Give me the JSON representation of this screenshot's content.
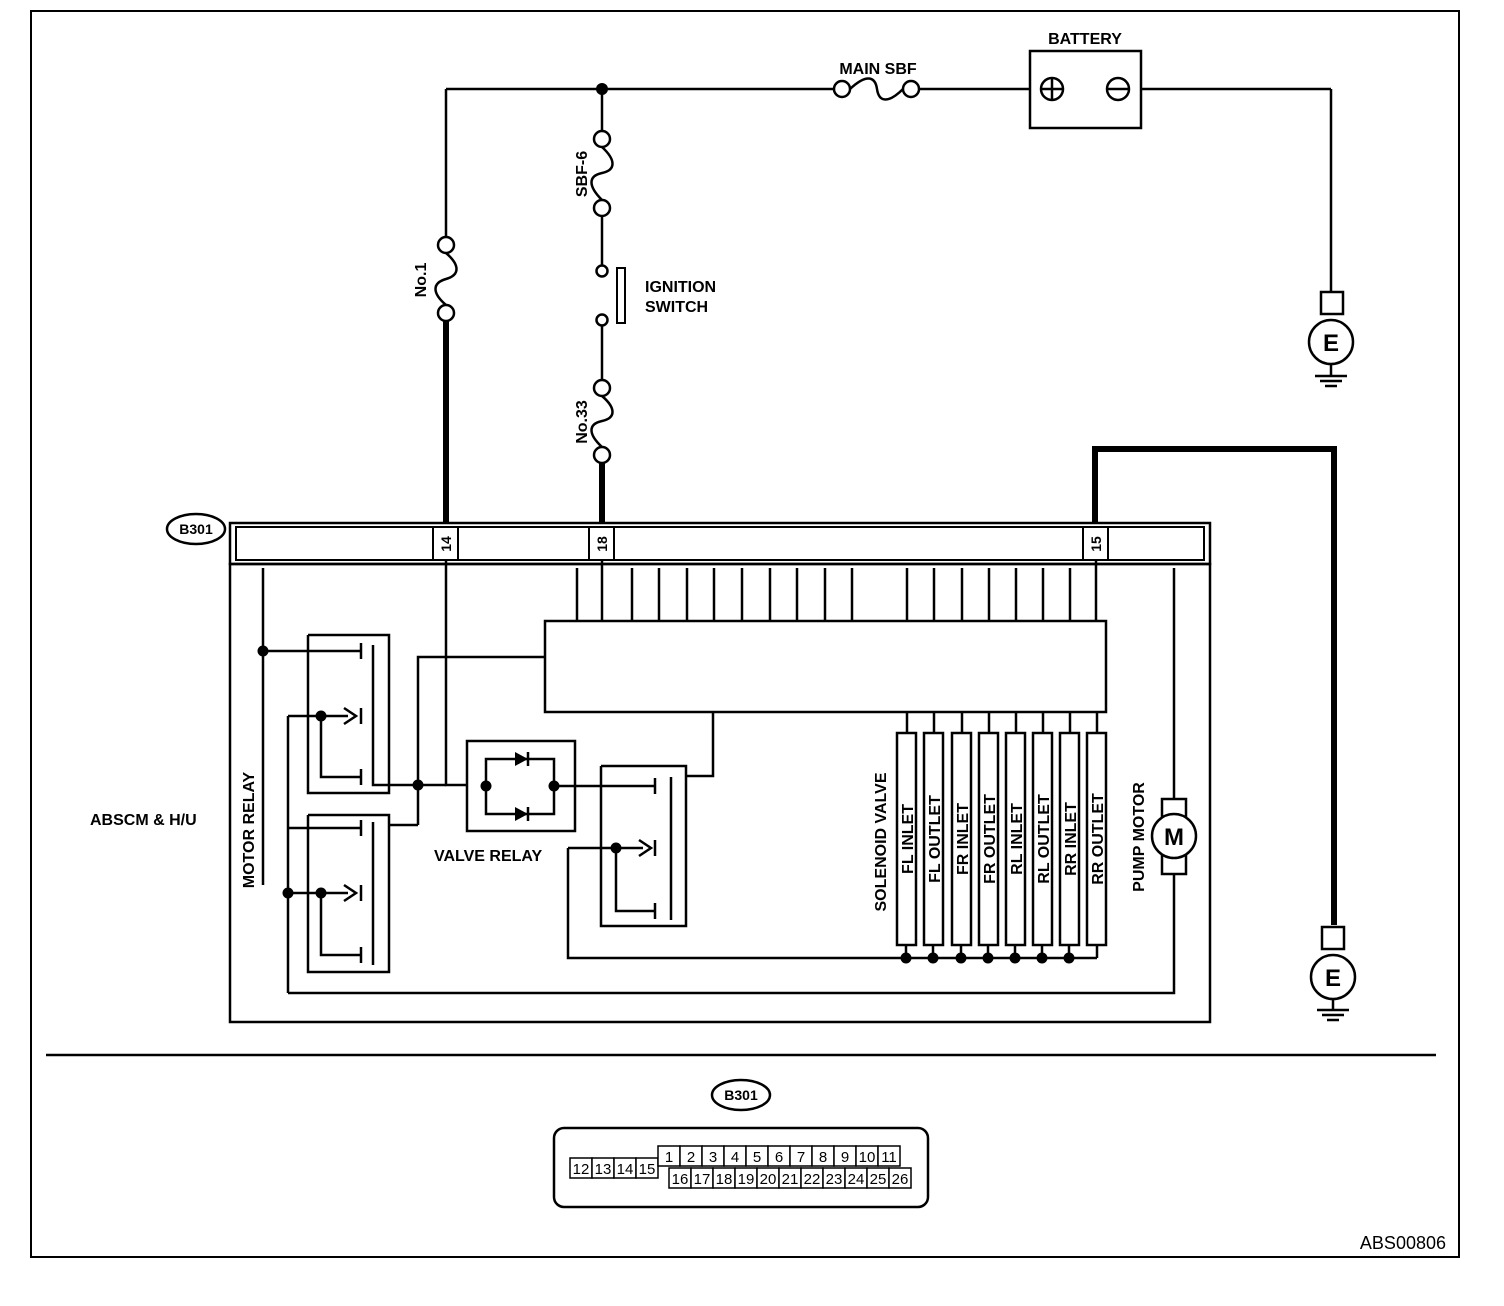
{
  "components": {
    "battery": "BATTERY",
    "main_sbf": "MAIN SBF",
    "sbf6": "SBF-6",
    "fuse_no1": "No.1",
    "fuse_no33": "No.33",
    "ignition_switch_line1": "IGNITION",
    "ignition_switch_line2": "SWITCH",
    "ground_symbol": "E",
    "motor_symbol": "M",
    "module": "ABSCM & H/U",
    "motor_relay": "MOTOR RELAY",
    "valve_relay": "VALVE RELAY",
    "solenoid_valve": "SOLENOID VALVE",
    "pump_motor": "PUMP MOTOR"
  },
  "solenoids": [
    "FL INLET",
    "FL OUTLET",
    "FR INLET",
    "FR OUTLET",
    "RL INLET",
    "RL OUTLET",
    "RR INLET",
    "RR OUTLET"
  ],
  "connector": {
    "id": "B301",
    "terminals": {
      "t14": "14",
      "t18": "18",
      "t15": "15"
    },
    "pinout_left": [
      "12",
      "13",
      "14",
      "15"
    ],
    "pinout_top": [
      "1",
      "2",
      "3",
      "4",
      "5",
      "6",
      "7",
      "8",
      "9",
      "10",
      "11"
    ],
    "pinout_bottom": [
      "16",
      "17",
      "18",
      "19",
      "20",
      "21",
      "22",
      "23",
      "24",
      "25",
      "26"
    ]
  },
  "figure_code": "ABS00806"
}
